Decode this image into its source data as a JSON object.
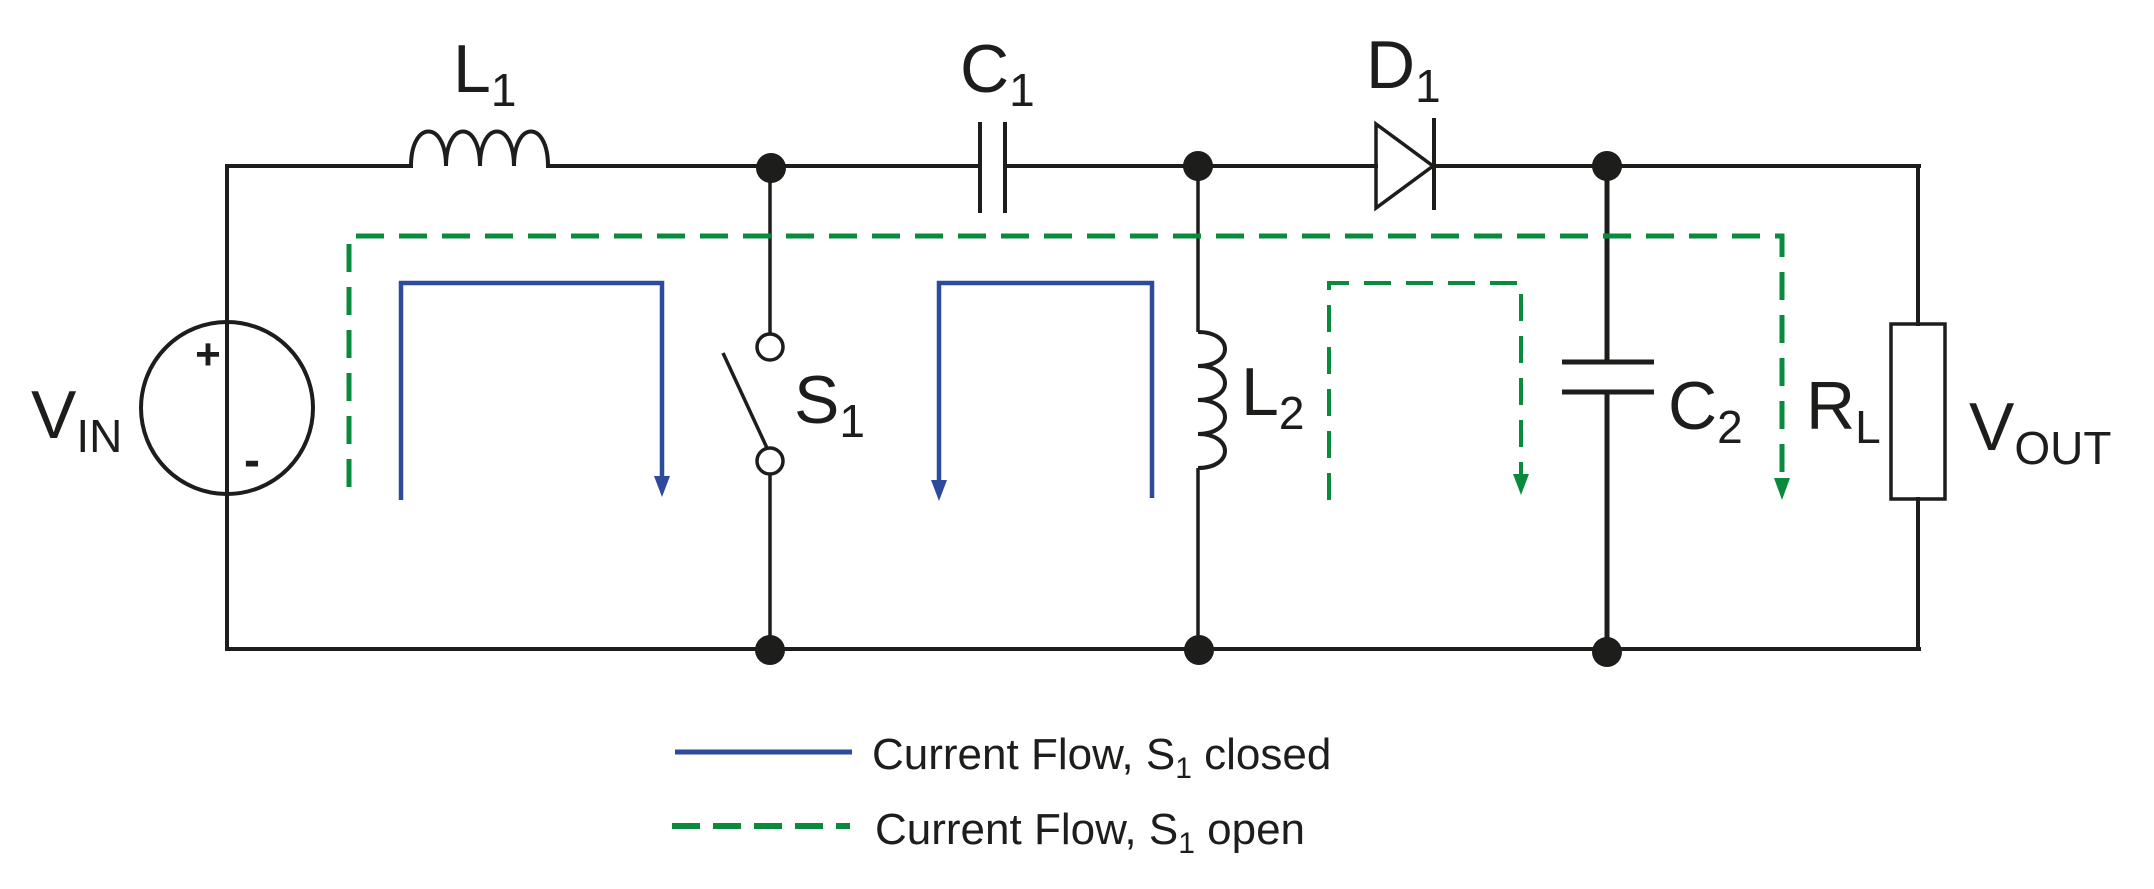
{
  "diagram": {
    "title": "SEPIC converter current flow",
    "components": {
      "vin": {
        "main": "V",
        "sub": "IN",
        "plus": "+",
        "minus": "-",
        "icon": "voltage-source-icon"
      },
      "l1": {
        "main": "L",
        "sub": "1",
        "icon": "inductor-icon"
      },
      "c1": {
        "main": "C",
        "sub": "1",
        "icon": "capacitor-icon"
      },
      "d1": {
        "main": "D",
        "sub": "1",
        "icon": "diode-icon"
      },
      "s1": {
        "main": "S",
        "sub": "1",
        "icon": "switch-icon"
      },
      "l2": {
        "main": "L",
        "sub": "2",
        "icon": "inductor-icon"
      },
      "c2": {
        "main": "C",
        "sub": "2",
        "icon": "capacitor-icon"
      },
      "rl": {
        "main": "R",
        "sub": "L",
        "icon": "resistor-icon"
      },
      "vout": {
        "main": "V",
        "sub": "OUT"
      }
    },
    "colors": {
      "wire": "#1d1d1b",
      "flow_closed": "#2e4a9a",
      "flow_open": "#0a8a3c"
    }
  },
  "legend": {
    "items": [
      {
        "style": "solid",
        "color": "#2e4a9a",
        "prefix": "Current Flow, S",
        "sub": "1",
        "suffix": " closed"
      },
      {
        "style": "dashed",
        "color": "#0a8a3c",
        "prefix": "Current Flow, S",
        "sub": "1",
        "suffix": " open"
      }
    ]
  }
}
